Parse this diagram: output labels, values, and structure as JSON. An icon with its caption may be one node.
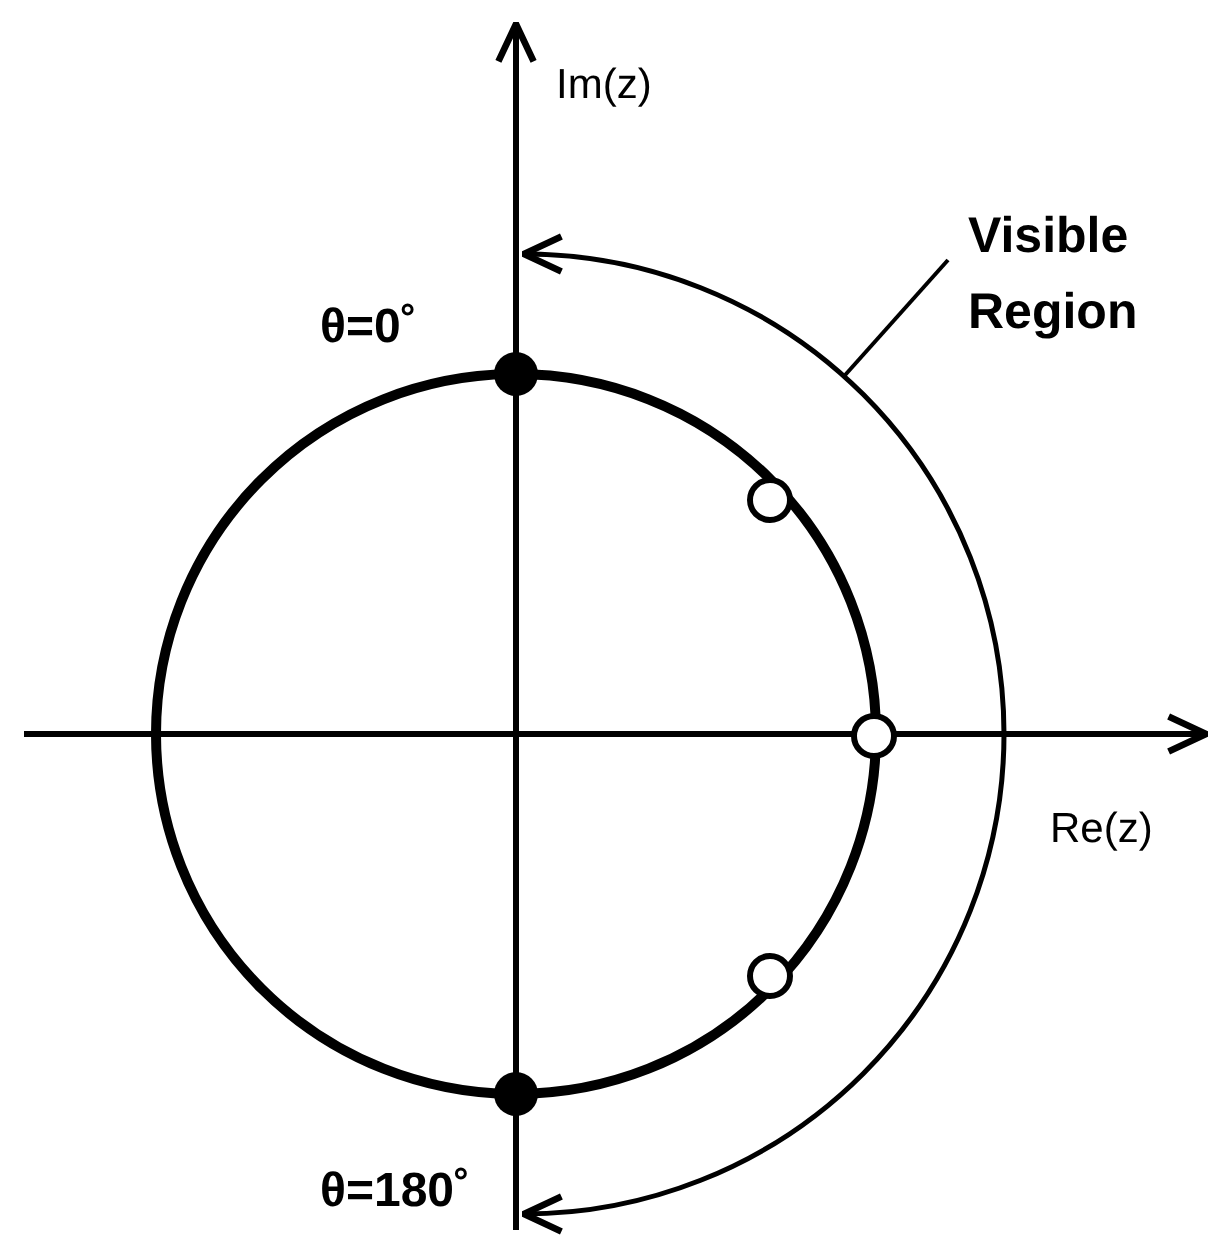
{
  "diagram": {
    "nodes": [
      {
        "text": [
          "Visible Region"
        ]
      },
      {
        "text": [],
        "shape": "arc"
      }
    ],
    "edges": [
      {
        "from": 0,
        "to": 1,
        "arrow": "none"
      }
    ],
    "labels": [
      "Im(z)",
      "θ=0˚",
      "θ=180˚",
      "Re(z)"
    ]
  }
}
